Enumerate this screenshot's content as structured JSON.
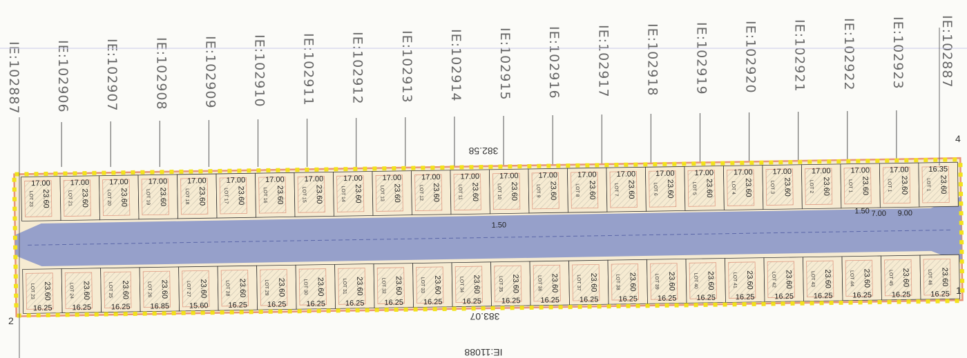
{
  "colors": {
    "lot_fill": "#f6ebd2",
    "road": "#8c98c9",
    "boundary_dot": "#f2e21b",
    "boundary_line": "#e89478",
    "hatch": "#c8c2b0"
  },
  "ie_labels": [
    "IE:102887",
    "IE:102906",
    "IE:102907",
    "IE:102908",
    "IE:102909",
    "IE:102910",
    "IE:102911",
    "IE:102912",
    "IE:102913",
    "IE:102914",
    "IE:102915",
    "IE:102916",
    "IE:102917",
    "IE:102918",
    "IE:102919",
    "IE:102920",
    "IE:102921",
    "IE:102922",
    "IE:102923",
    "IE:102887"
  ],
  "top_length": "382.58",
  "bottom_length": "383.07",
  "bottom_ie": "IE:11088",
  "corner_labels": [
    "4",
    "2",
    "1"
  ],
  "top_row": {
    "widths": [
      "17.00",
      "17.00",
      "17.00",
      "17.00",
      "17.00",
      "17.00",
      "17.00",
      "17.00",
      "17.00",
      "17.00",
      "17.00",
      "17.00",
      "17.00",
      "17.00",
      "17.00",
      "17.00",
      "17.00",
      "17.00",
      "17.00",
      "17.00",
      "17.00",
      "17.00",
      "17.00",
      "16.35"
    ],
    "depth": "23.60",
    "lots": [
      "LOT 23",
      "LOT 21",
      "LOT 20",
      "LOT 19",
      "LOT 18",
      "LOT 17",
      "LOT 16",
      "LOT 15",
      "LOT 14",
      "LOT 13",
      "LOT 12",
      "LOT 11",
      "LOT 10",
      "LOT 9",
      "LOT 8",
      "LOT 7",
      "LOT 6",
      "LOT 5",
      "LOT 4",
      "LOT 3",
      "LOT 2",
      "LOT 1",
      "LOT 1",
      "LOT 1"
    ]
  },
  "bottom_row": {
    "widths": [
      "16.25",
      "16.25",
      "16.25",
      "16.85",
      "15.60",
      "16.25",
      "16.25",
      "16.25",
      "16.25",
      "16.25",
      "16.25",
      "16.25",
      "16.25",
      "16.25",
      "16.25",
      "16.25",
      "16.25",
      "16.25",
      "16.25",
      "16.25",
      "16.25",
      "16.25",
      "16.25",
      "16.25"
    ],
    "depth": "23.60",
    "lots": [
      "LOT 23",
      "LOT 24",
      "LOT 25",
      "LOT 26",
      "LOT 27",
      "LOT 28",
      "LOT 29",
      "LOT 30",
      "LOT 31",
      "LOT 32",
      "LOT 33",
      "LOT 34",
      "LOT 35",
      "LOT 36",
      "LOT 37",
      "LOT 38",
      "LOT 39",
      "LOT 40",
      "LOT 41",
      "LOT 42",
      "LOT 43",
      "LOT 44",
      "LOT 45",
      "LOT 46"
    ]
  },
  "road_labels": [
    "1.50",
    "7.00",
    "9.00",
    "1.50"
  ]
}
